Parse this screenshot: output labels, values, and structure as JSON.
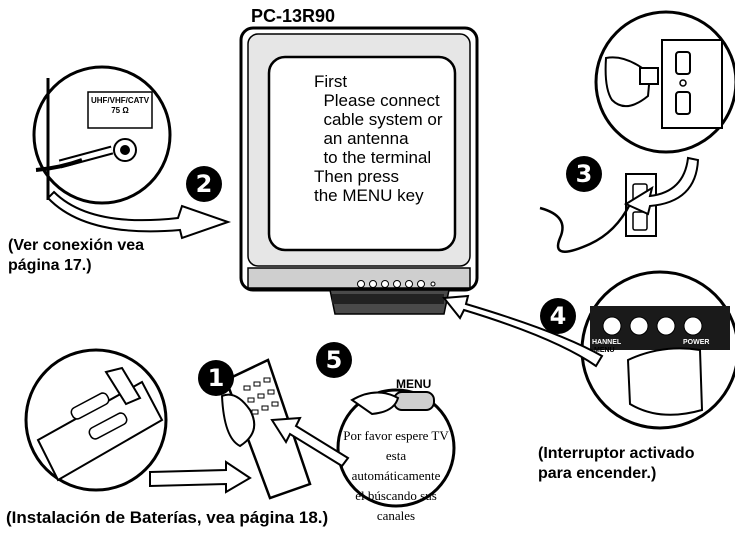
{
  "model": "PC-13R90",
  "tv_screen_lines": [
    "First",
    "  Please connect",
    "  cable system or",
    "  an antenna",
    "  to the terminal",
    "Then press",
    "the MENU key"
  ],
  "antenna_panel": {
    "line1": "UHF/VHF/CATV",
    "line2": "75 Ω"
  },
  "captions": {
    "connection": [
      "(Ver conexión vea",
      "página 17.)"
    ],
    "power": [
      "(Interruptor activado",
      "para encender.)"
    ],
    "batteries": "(Instalación de Baterías, vea página 18.)"
  },
  "steps": [
    "1",
    "2",
    "3",
    "4",
    "5"
  ],
  "menu_key_label": "MENU",
  "menu_bubble_lines": [
    "Por favor espere TV",
    "esta automáticamente",
    "el búscando sus",
    "canales"
  ],
  "power_panel": {
    "channel_label": "HANNEL",
    "menu_label": "MENU",
    "power_label": "POWER"
  }
}
